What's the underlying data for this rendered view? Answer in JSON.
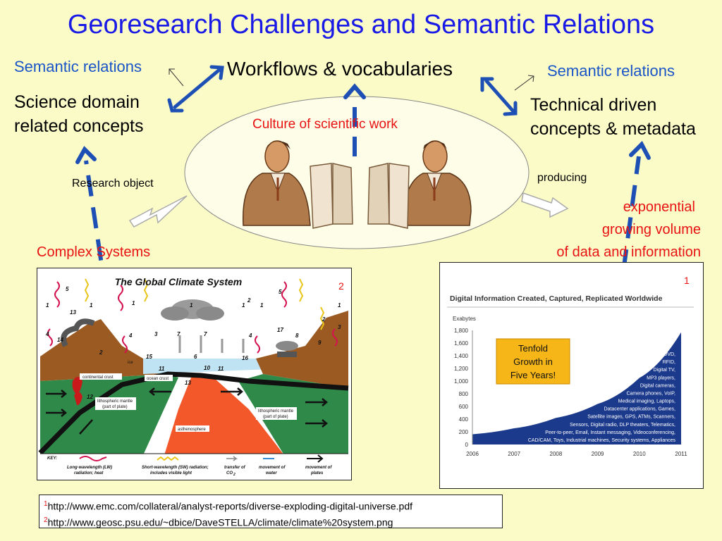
{
  "slide": {
    "title": "Georesearch Challenges and Semantic Relations",
    "sem_left": "Semantic relations",
    "sem_right": "Semantic relations",
    "workflows": "Workflows & vocabularies",
    "science_line1": "Science domain",
    "science_line2": "related concepts",
    "tech_line1": "Technical driven",
    "tech_line2": "concepts & metadata",
    "culture": "Culture of scientific work",
    "research_object": "Research object",
    "producing": "producing",
    "exp_line1": "exponential",
    "exp_line2": "growing volume",
    "exp_line3": "of data and information",
    "complex": "Complex Systems"
  },
  "climate_figure": {
    "ref_mark": "2",
    "title": "The Global Climate System",
    "labels": {
      "continental_crust": "continental crust",
      "ocean_crust": "ocean crust",
      "ice": "ice",
      "litho_left_1": "lithospheric mantle",
      "litho_left_2": "(part of plate)",
      "litho_right_1": "lithospheric mantle",
      "litho_right_2": "(part of plate)",
      "asthenosphere": "asthenosphere"
    },
    "numbers": [
      "5",
      "1",
      "13",
      "1",
      "1",
      "4",
      "14",
      "2",
      "3",
      "7",
      "7",
      "4",
      "6",
      "10",
      "11",
      "11",
      "13",
      "15",
      "1",
      "5",
      "1",
      "2",
      "1",
      "4",
      "16",
      "17",
      "8",
      "9",
      "2",
      "3",
      "1",
      "12"
    ],
    "key": {
      "key_label": "KEY:",
      "lw_1": "Long-wavelength (LW)",
      "lw_2": "radiation; heat",
      "sw_1": "Short-wavelength (SW) radiation;",
      "sw_2": "includes visible light",
      "co2_1": "transfer of",
      "co2_2": "CO",
      "co2_sub": "2",
      "water_1": "movement of",
      "water_2": "water",
      "plates_1": "movement of",
      "plates_2": "plates"
    }
  },
  "idc_figure": {
    "ref_mark": "1",
    "title": "Digital Information Created, Captured, Replicated Worldwide",
    "unit": "Exabytes",
    "callout_1": "Tenfold",
    "callout_2": "Growth in",
    "callout_3": "Five Years!",
    "area_labels": [
      "DVD,",
      "RFID,",
      "Digital TV,",
      "MP3 players,",
      "Digital cameras,",
      "Camera phones, VoIP,",
      "Medical imaging, Laptops,",
      "Datacenter applications, Games,",
      "Satellite images, GPS, ATMs, Scanners,",
      "Sensors, Digital radio, DLP theaters, Telematics,",
      "Peer-to-peer, Email, Instant messaging, Videoconferencing,",
      "CAD/CAM, Toys, Industrial machines, Security systems, Appliances"
    ],
    "colors": {
      "area": "#1c3a8c",
      "callout": "#f6b618"
    }
  },
  "chart_data": {
    "type": "area",
    "title": "Digital Information Created, Captured, Replicated Worldwide",
    "ylabel": "Exabytes",
    "xlabel": "",
    "x": [
      2006,
      2007,
      2008,
      2009,
      2010,
      2011
    ],
    "series": [
      {
        "values": [
          161,
          255,
          420,
          640,
          1050,
          1770
        ]
      }
    ],
    "ylim": [
      0,
      1800
    ],
    "yticks": [
      "0",
      "200",
      "400",
      "600",
      "800",
      "1,000",
      "1,200",
      "1,400",
      "1,600",
      "1,800"
    ],
    "xticks": [
      "2006",
      "2007",
      "2008",
      "2009",
      "2010",
      "2011"
    ],
    "grid": false
  },
  "references": [
    {
      "mark": "1",
      "text": "http://www.emc.com/collateral/analyst-reports/diverse-exploding-digital-universe.pdf"
    },
    {
      "mark": "2",
      "text": "http://www.geosc.psu.edu/~dbice/DaveSTELLA/climate/climate%20system.png"
    }
  ],
  "colors": {
    "background": "#fbfbc8",
    "title": "#1a1ae6",
    "semantic": "#1a55c8",
    "accent_red": "#e81212",
    "arrow_blue": "#1e4fb4"
  }
}
